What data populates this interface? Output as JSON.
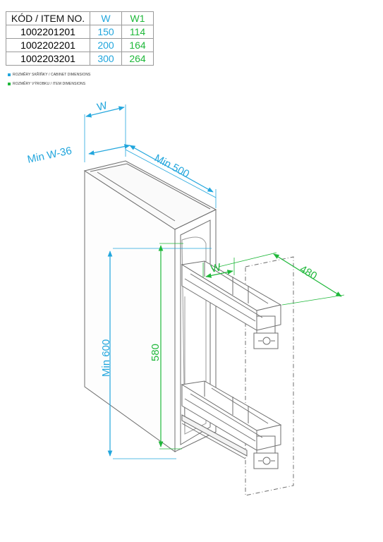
{
  "colors": {
    "blue": "#22a6dd",
    "green": "#1fb83a",
    "line": "#6e6e6e",
    "text": "#111111"
  },
  "table": {
    "headers": [
      "KÓD / ITEM NO.",
      "W",
      "W1"
    ],
    "rows": [
      [
        "1002201201",
        "150",
        "114"
      ],
      [
        "1002202201",
        "200",
        "164"
      ],
      [
        "1002203201",
        "300",
        "264"
      ]
    ]
  },
  "legend": {
    "cabinet": "ROZMĚRY SKŘÍŇKY / CABINET DIMENSIONS",
    "item": "ROZMĚRY VÝROBKU / ITEM DIMENSIONS"
  },
  "dimensions": {
    "w_top": "W",
    "min_w36": "Min W-36",
    "min_500": "Min 500",
    "min_600": "Min 600",
    "h_580": "580",
    "w_item": "W",
    "d_480": "480"
  }
}
